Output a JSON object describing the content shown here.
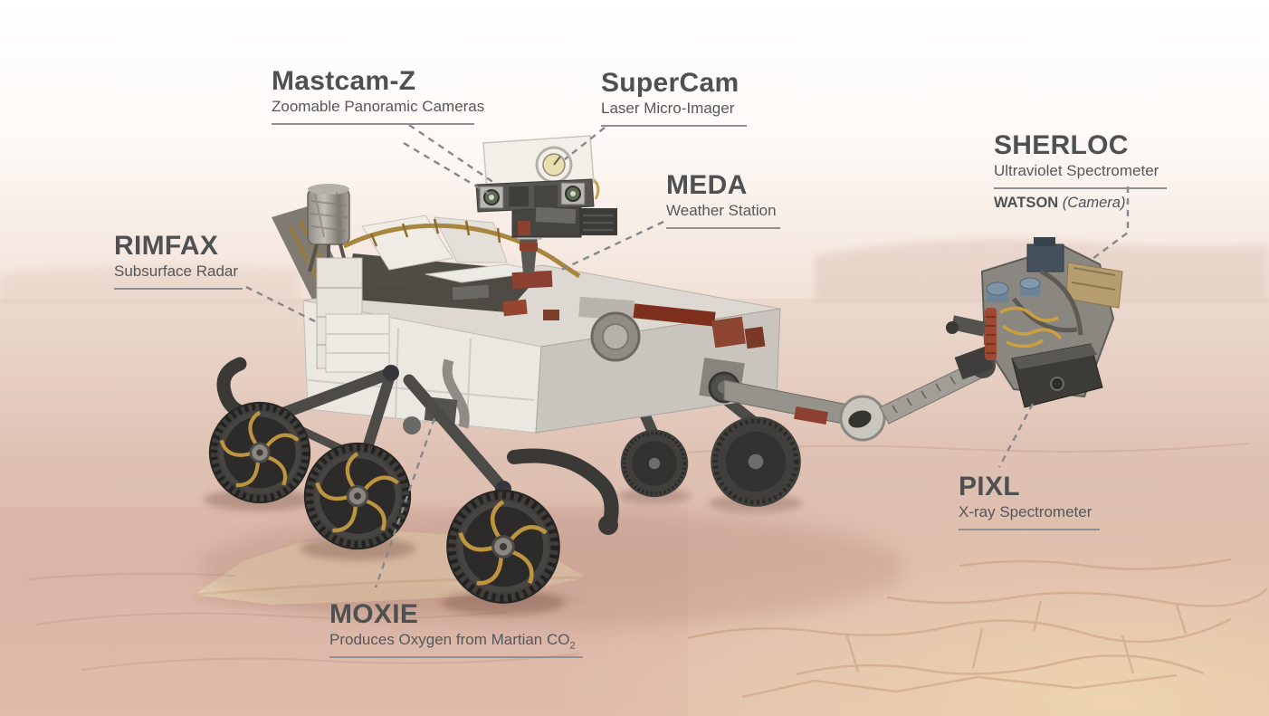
{
  "figure": {
    "subject": "Mars 2020 Perseverance rover instrument diagram"
  },
  "colors": {
    "heading_text": "#4f5052",
    "subtitle_text": "#56575a",
    "underline": "#8f9093",
    "leader_line": "#87878b",
    "sky_top": "#ffffff",
    "terrain_pink": "#e0c2b4",
    "terrain_sand": "#ecd3b8",
    "wheel_spokes_gold": "#bd9440",
    "rover_accent_red": "#8c4130"
  },
  "labels": [
    {
      "id": "mastcam-z",
      "title": "Mastcam-Z",
      "subtitle": "Zoomable Panoramic Cameras"
    },
    {
      "id": "supercam",
      "title": "SuperCam",
      "subtitle": "Laser Micro-Imager"
    },
    {
      "id": "meda",
      "title": "MEDA",
      "subtitle": "Weather Station"
    },
    {
      "id": "sherloc",
      "title": "SHERLOC",
      "subtitle": "Ultraviolet Spectrometer",
      "note_bold": "WATSON",
      "note_italic": "(Camera)"
    },
    {
      "id": "rimfax",
      "title": "RIMFAX",
      "subtitle": "Subsurface Radar"
    },
    {
      "id": "moxie",
      "title": "MOXIE",
      "subtitle": "Produces Oxygen from Martian CO",
      "subtitle_subscript": "2"
    },
    {
      "id": "pixl",
      "title": "PIXL",
      "subtitle": "X-ray Spectrometer"
    }
  ]
}
